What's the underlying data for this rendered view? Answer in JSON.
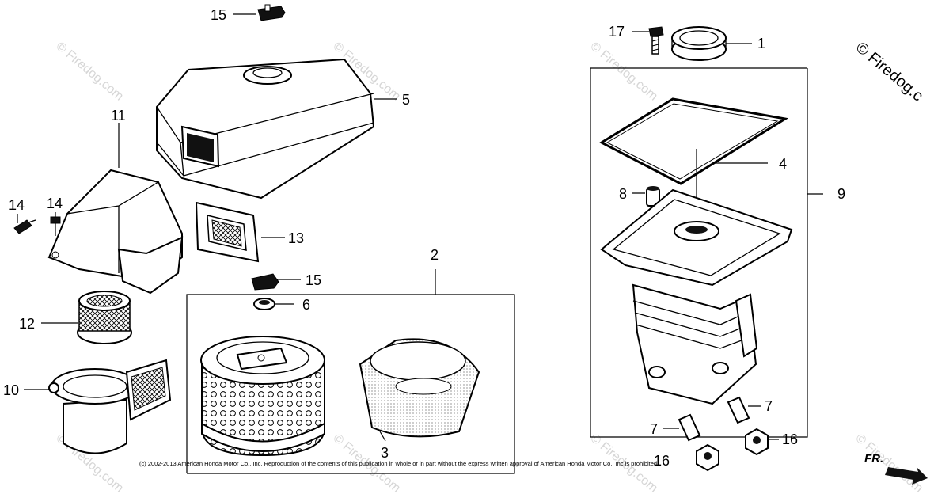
{
  "callouts": {
    "c1": "1",
    "c2": "2",
    "c3": "3",
    "c4": "4",
    "c5": "5",
    "c6": "6",
    "c7a": "7",
    "c7b": "7",
    "c8": "8",
    "c9": "9",
    "c10": "10",
    "c11": "11",
    "c12": "12",
    "c13": "13",
    "c14a": "14",
    "c14b": "14",
    "c15a": "15",
    "c15b": "15",
    "c16a": "16",
    "c16b": "16",
    "c17": "17"
  },
  "watermark": {
    "corner": "© Firedog.c",
    "repeat": "© Firedog.com"
  },
  "copyright": "(c) 2002-2013 American Honda Motor Co., Inc. Reproduction of the contents of this publication in whole or in part without the express written approval of American Honda Motor Co., Inc is prohibited.",
  "direction_label": "FR.",
  "colors": {
    "line": "#000000",
    "watermark": "#d6d6d6",
    "background": "#ffffff"
  },
  "icons": {
    "direction_arrow": "fr-arrow-icon"
  }
}
